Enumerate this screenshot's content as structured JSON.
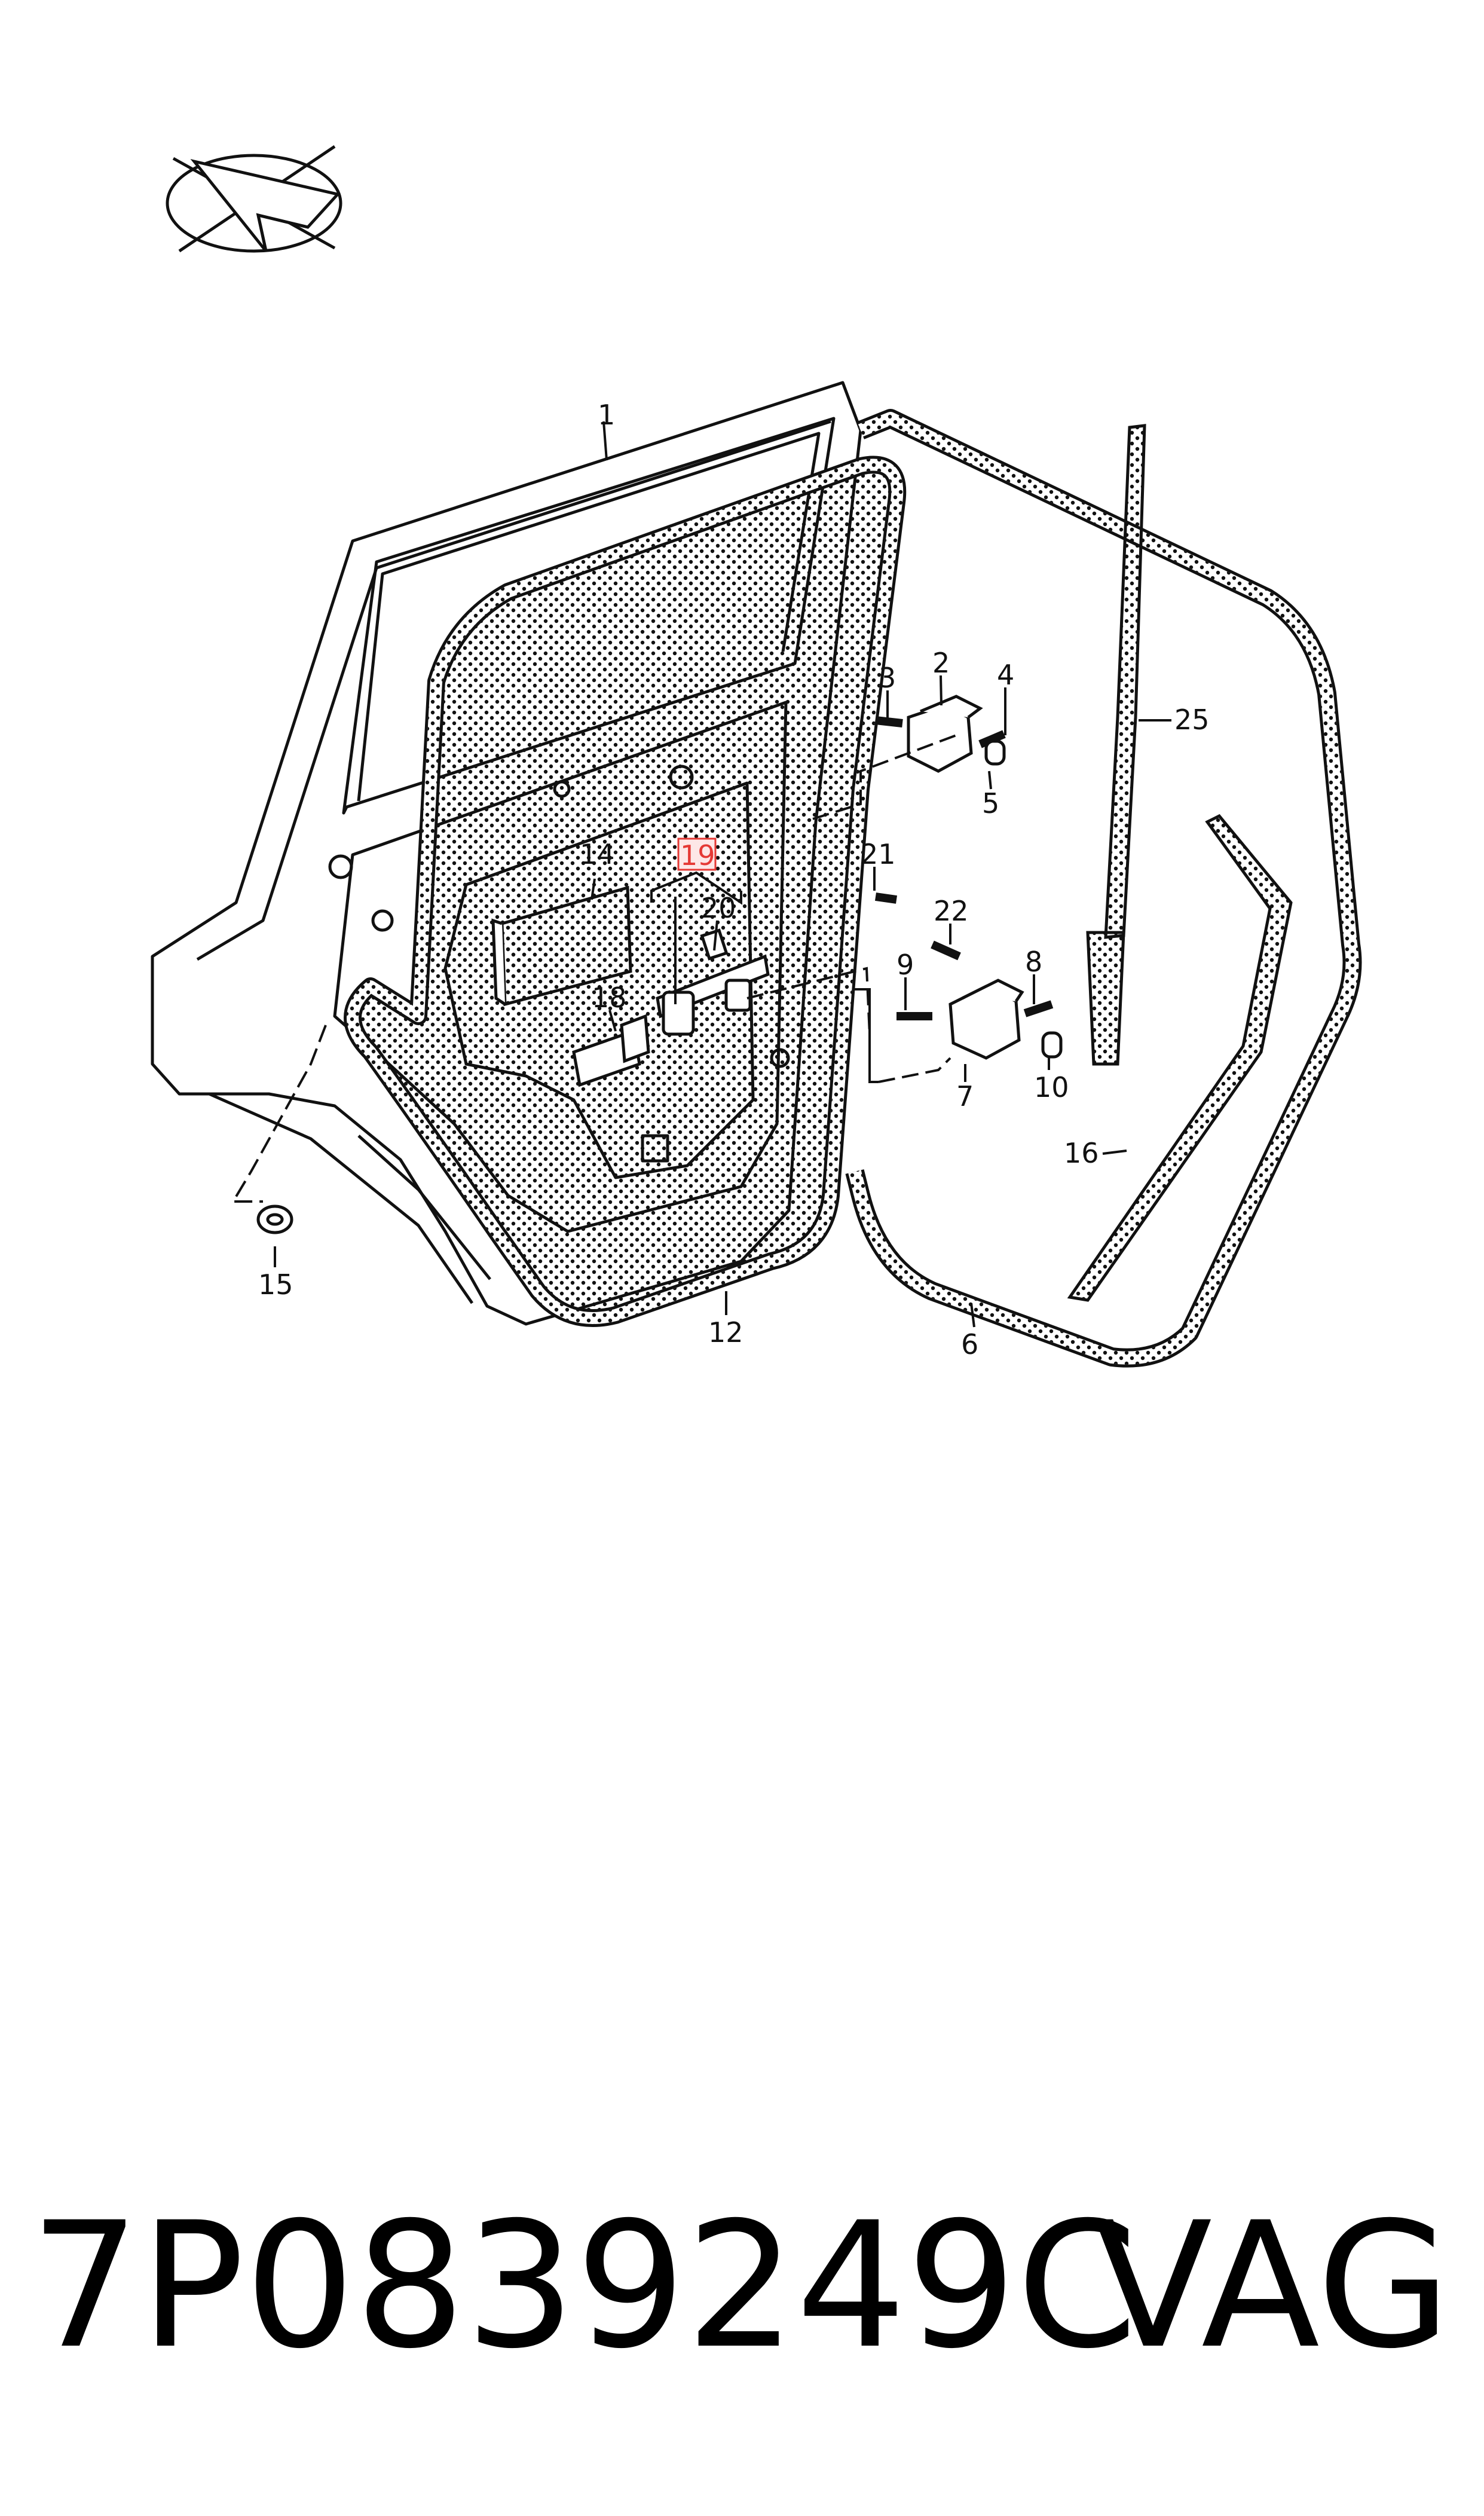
{
  "diagram": {
    "callouts": [
      {
        "id": "1",
        "label": "1"
      },
      {
        "id": "2",
        "label": "2"
      },
      {
        "id": "3",
        "label": "3"
      },
      {
        "id": "4",
        "label": "4"
      },
      {
        "id": "5",
        "label": "5"
      },
      {
        "id": "6",
        "label": "6"
      },
      {
        "id": "7",
        "label": "7"
      },
      {
        "id": "8",
        "label": "8"
      },
      {
        "id": "9",
        "label": "9"
      },
      {
        "id": "10",
        "label": "10"
      },
      {
        "id": "12",
        "label": "12"
      },
      {
        "id": "14",
        "label": "14"
      },
      {
        "id": "15",
        "label": "15"
      },
      {
        "id": "16",
        "label": "16"
      },
      {
        "id": "18",
        "label": "18"
      },
      {
        "id": "19",
        "label": "19",
        "highlighted": true,
        "highlight_color": "#e53935"
      },
      {
        "id": "20",
        "label": "20"
      },
      {
        "id": "21",
        "label": "21"
      },
      {
        "id": "22",
        "label": "22"
      },
      {
        "id": "25",
        "label": "25"
      }
    ],
    "orientation_icon": "view-direction-icon"
  },
  "footer": {
    "part_number": "7P0839249C",
    "brand": "VAG"
  }
}
